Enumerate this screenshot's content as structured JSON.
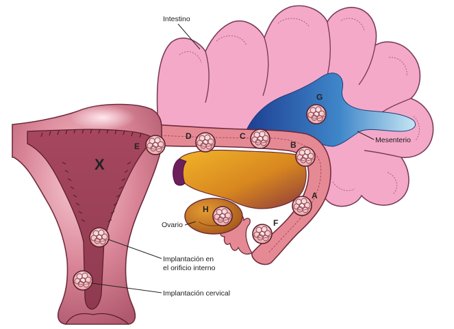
{
  "labels": {
    "intestino": "Intestino",
    "mesenterio": "Mesenterio",
    "ovario": "Ovario",
    "orificio_line1": "Implantación en",
    "orificio_line2": "el orificio interno",
    "cervical": "Implantación cervical"
  },
  "sites": {
    "a": "A",
    "b": "B",
    "c": "C",
    "d": "D",
    "e": "E",
    "f": "F",
    "g": "G",
    "h": "H",
    "x": "X"
  },
  "colors": {
    "uterus_wall": "#b85b72",
    "uterus_cavity": "#a64a63",
    "uterus_light": "#e9a3b2",
    "tube": "#e58a95",
    "tube_outline": "#6d2a3a",
    "intestine": "#f4a9c9",
    "intestine_outline": "#7a3c58",
    "mesentery_dark": "#1f4fa8",
    "mesentery_light": "#bfe3f2",
    "ovary": "#c9781e",
    "peritoneal_gold": "#e8ac25",
    "embryo": "#f3c6c6"
  }
}
